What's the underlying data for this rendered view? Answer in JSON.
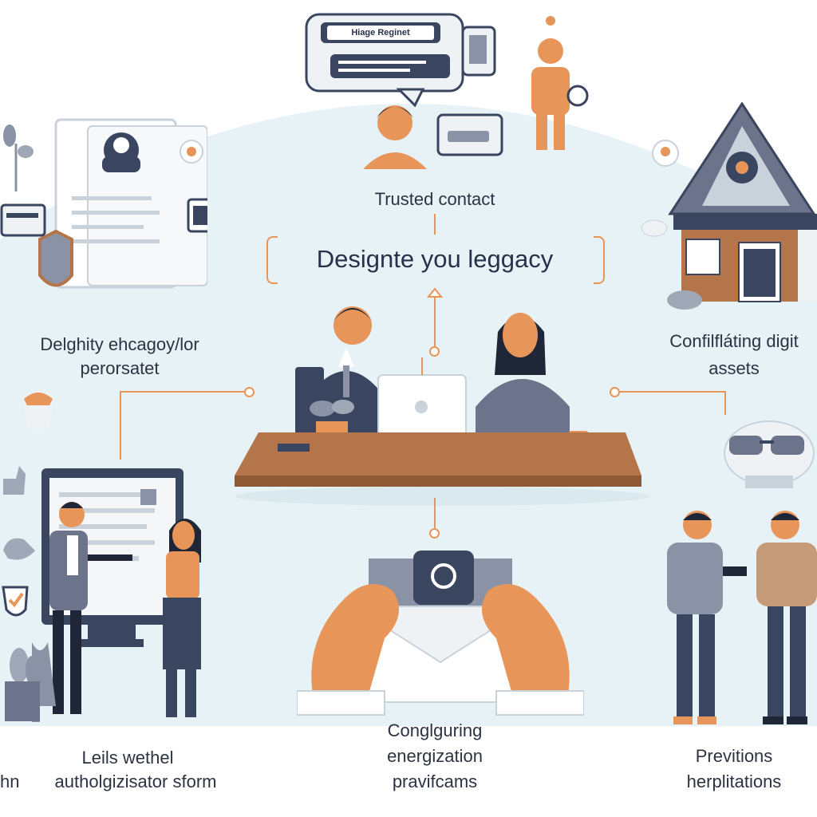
{
  "center_title": "Designte you leggacy",
  "speech_bubble_label": "Hiage Reginet",
  "labels": {
    "trusted_contact": "Trusted contact",
    "top_left_line1": "Delghity ehcagoy/lor",
    "top_left_line2": "perorsatet",
    "top_right_line1": "Confilfláting digit",
    "top_right_line2": "assets",
    "bottom_left_line1": "Leils wethel",
    "bottom_left_line2": "autholgizisator sform",
    "bottom_left_prefix": "hn",
    "bottom_center_line1": "Conglguring",
    "bottom_center_line2": "energization",
    "bottom_center_line3": "pravifcams",
    "bottom_right_line1": "Previtions",
    "bottom_right_line2": "herplitations"
  },
  "colors": {
    "accent_orange": "#e8955a",
    "navy": "#3a4560",
    "light_blue_bg": "#e4f1f5",
    "wood": "#b4754a"
  }
}
